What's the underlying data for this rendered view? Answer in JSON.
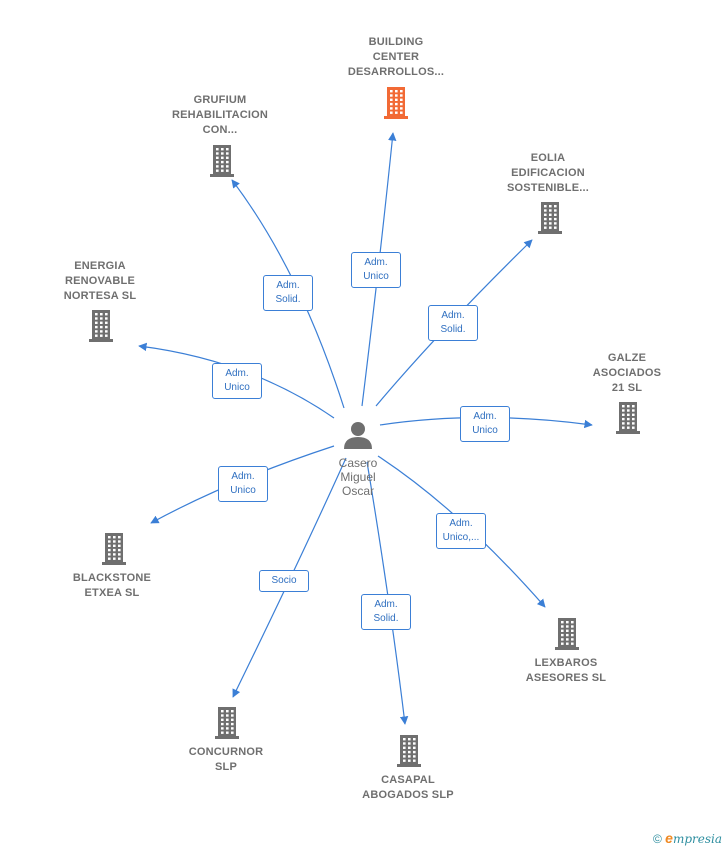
{
  "person": {
    "lines": [
      "Casero",
      "Miguel",
      "Oscar"
    ]
  },
  "companies": [
    {
      "id": "building",
      "lines": [
        "BUILDING",
        "CENTER",
        "DESARROLLOS..."
      ],
      "focus": true
    },
    {
      "id": "grufium",
      "lines": [
        "GRUFIUM",
        "REHABILITACION",
        "CON..."
      ]
    },
    {
      "id": "eolia",
      "lines": [
        "EOLIA",
        "EDIFICACION",
        "SOSTENIBLE..."
      ]
    },
    {
      "id": "energia",
      "lines": [
        "ENERGIA",
        "RENOVABLE",
        "NORTESA  SL"
      ]
    },
    {
      "id": "galze",
      "lines": [
        "GALZE",
        "ASOCIADOS",
        "21 SL"
      ]
    },
    {
      "id": "blackstone",
      "lines": [
        "BLACKSTONE",
        "ETXEA  SL"
      ]
    },
    {
      "id": "lexbaros",
      "lines": [
        "LEXBAROS",
        "ASESORES SL"
      ]
    },
    {
      "id": "concurnor",
      "lines": [
        "CONCURNOR",
        "SLP"
      ]
    },
    {
      "id": "casapal",
      "lines": [
        "CASAPAL",
        "ABOGADOS  SLP"
      ]
    }
  ],
  "relations": [
    {
      "to": "building",
      "lines": [
        "Adm.",
        "Unico"
      ]
    },
    {
      "to": "grufium",
      "lines": [
        "Adm.",
        "Solid."
      ]
    },
    {
      "to": "eolia",
      "lines": [
        "Adm.",
        "Solid."
      ]
    },
    {
      "to": "energia",
      "lines": [
        "Adm.",
        "Unico"
      ]
    },
    {
      "to": "galze",
      "lines": [
        "Adm.",
        "Unico"
      ]
    },
    {
      "to": "blackstone",
      "lines": [
        "Adm.",
        "Unico"
      ]
    },
    {
      "to": "lexbaros",
      "lines": [
        "Adm.",
        "Unico,..."
      ]
    },
    {
      "to": "concurnor",
      "lines": [
        "Socio"
      ]
    },
    {
      "to": "casapal",
      "lines": [
        "Adm.",
        "Solid."
      ]
    }
  ],
  "colors": {
    "edge": "#3b7fd6",
    "building": "#6f6f6f",
    "focus_building": "#f26a35",
    "person": "#6f6f6f"
  },
  "footer": {
    "copyright": "©",
    "brand_first": "e",
    "brand_rest": "mpresia"
  }
}
